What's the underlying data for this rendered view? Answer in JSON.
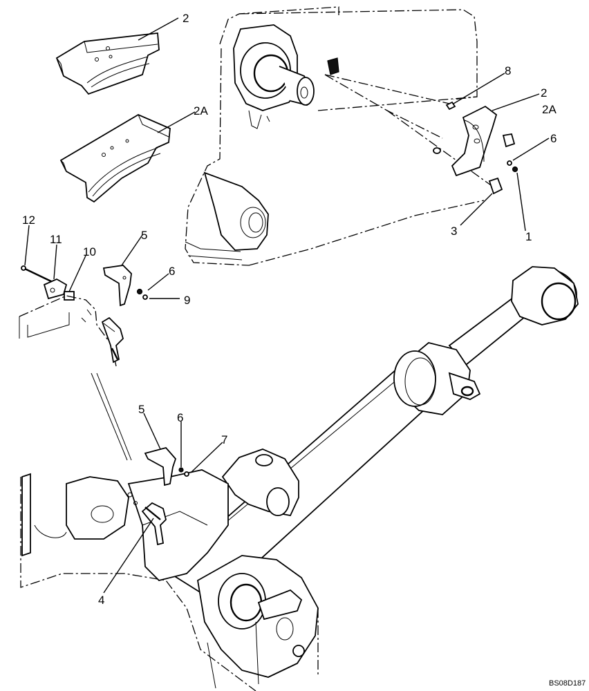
{
  "diagram": {
    "callouts": [
      {
        "id": "c-2-top",
        "text": "2"
      },
      {
        "id": "c-2a-left",
        "text": "2A"
      },
      {
        "id": "c-8",
        "text": "8"
      },
      {
        "id": "c-2-right",
        "text": "2"
      },
      {
        "id": "c-2a-right",
        "text": "2A"
      },
      {
        "id": "c-6-right",
        "text": "6"
      },
      {
        "id": "c-3",
        "text": "3"
      },
      {
        "id": "c-1",
        "text": "1"
      },
      {
        "id": "c-12",
        "text": "12"
      },
      {
        "id": "c-11",
        "text": "11"
      },
      {
        "id": "c-10",
        "text": "10"
      },
      {
        "id": "c-5-upper",
        "text": "5"
      },
      {
        "id": "c-6-upper",
        "text": "6"
      },
      {
        "id": "c-9",
        "text": "9"
      },
      {
        "id": "c-5-lower",
        "text": "5"
      },
      {
        "id": "c-6-lower",
        "text": "6"
      },
      {
        "id": "c-7",
        "text": "7"
      },
      {
        "id": "c-4",
        "text": "4"
      }
    ],
    "drawing_code": "BS08D187"
  }
}
